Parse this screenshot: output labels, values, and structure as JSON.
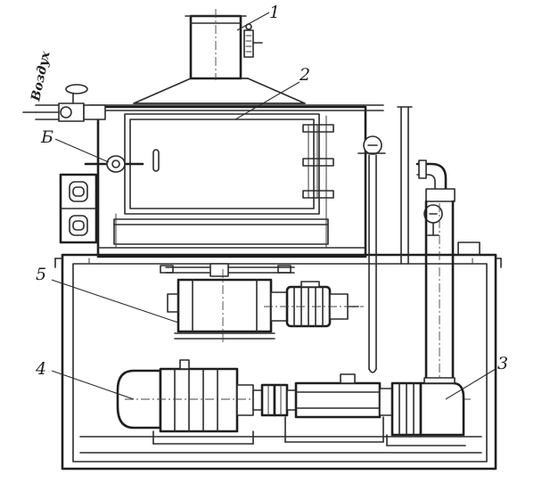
{
  "labels": {
    "one": "1",
    "two": "2",
    "three": "3",
    "four": "4",
    "five": "5",
    "six": "Б"
  },
  "air_label": "Воздух"
}
